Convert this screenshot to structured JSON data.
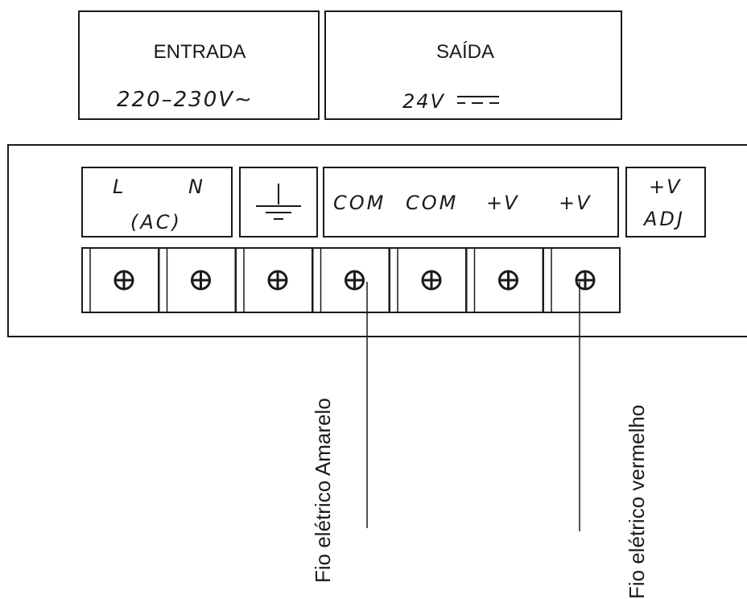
{
  "colors": {
    "line": "#1a1a1a",
    "background": "#ffffff"
  },
  "input": {
    "title": "ENTRADA",
    "voltage": "220–230V∼"
  },
  "output": {
    "title": "SAÍDA",
    "voltage": "24V",
    "dc_symbol": "DC"
  },
  "terminal_labels": {
    "ac_l": "L",
    "ac_n": "N",
    "ac": "(AC)",
    "ground_icon": "earth-ground-icon",
    "com1": "COM",
    "com2": "COM",
    "v1": "+V",
    "v2": "+V",
    "adj_top": "+V",
    "adj_bottom": "ADJ"
  },
  "screw_count": 7,
  "wires": [
    {
      "label": "Fio elétrico Amarelo",
      "terminal": 4
    },
    {
      "label": "Fio elétrico vermelho",
      "terminal": 7
    }
  ]
}
